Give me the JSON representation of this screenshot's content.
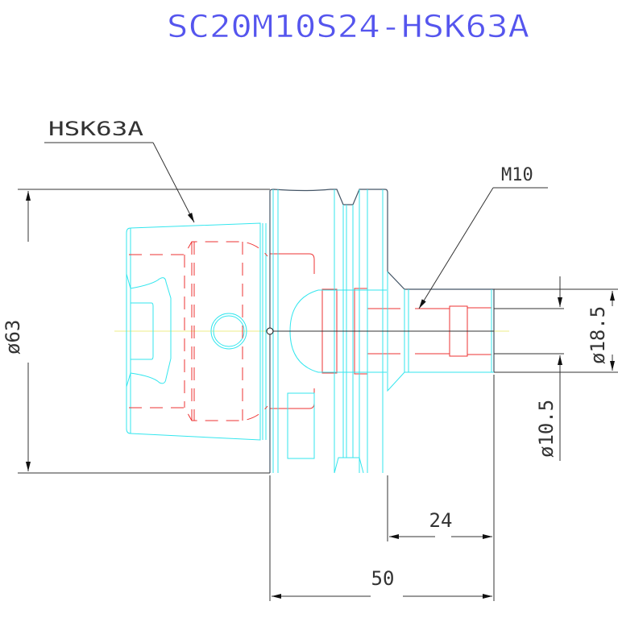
{
  "title": "SC20M10S24-HSK63A",
  "labels": {
    "taper": "HSK63A",
    "thread": "M10",
    "dia_flange": "ø63",
    "dia_shank": "ø18.5",
    "dia_bore": "ø10.5",
    "len_shank": "24",
    "len_total": "50"
  },
  "colors": {
    "title": "#5555ee",
    "outline": "#33e6ee",
    "hidden": "#ee3333",
    "dimension": "#333333",
    "centerline": "#eeee66"
  }
}
